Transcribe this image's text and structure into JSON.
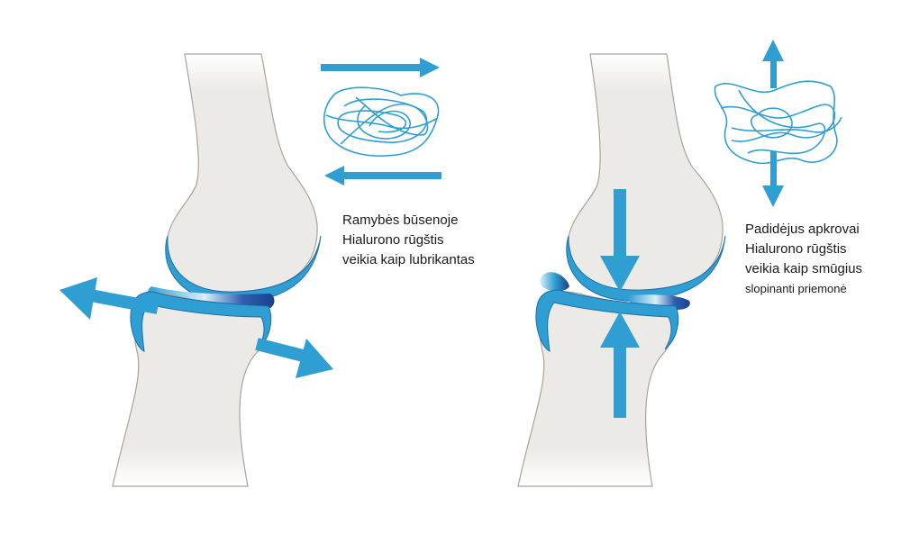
{
  "colors": {
    "bone": "#eceae6",
    "bone_outline": "#a8a49c",
    "cartilage": "#2f9fd3",
    "cartilage_dark": "#1c3f8e",
    "arrow": "#2f9fd3",
    "fiber": "#2f9fd3",
    "text": "#1a1a1a",
    "background": "#ffffff"
  },
  "panels": [
    {
      "id": "rest",
      "caption_lines": [
        "Ramybės būsenoje",
        "Hialurono rūgštis",
        "veikia kaip lubrikantas"
      ],
      "icons": [
        "bone-joint-icon",
        "hyaluronic-fiber-icon",
        "arrow-right-icon",
        "arrow-left-icon",
        "diagonal-arrow-icon"
      ]
    },
    {
      "id": "load",
      "caption_lines": [
        "Padidėjus apkrovai",
        "Hialurono rūgštis",
        "veikia kaip smūgius",
        "slopinanti priemonė"
      ],
      "icons": [
        "bone-joint-icon",
        "hyaluronic-fiber-icon",
        "arrow-up-icon",
        "arrow-down-icon"
      ]
    }
  ]
}
